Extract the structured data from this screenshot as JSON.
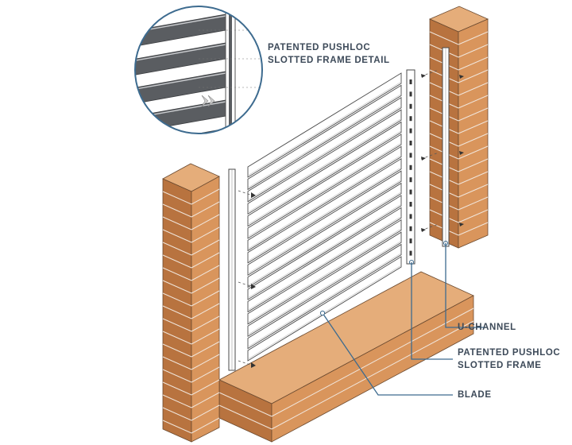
{
  "labels": {
    "detail_line1": "PATENTED PUSHLOC",
    "detail_line2": "SLOTTED FRAME DETAIL",
    "u_channel": "U-CHANNEL",
    "frame_line1": "PATENTED PUSHLOC",
    "frame_line2": "SLOTTED FRAME",
    "blade": "BLADE"
  },
  "colors": {
    "brick": "#d9955c",
    "brick_top": "#e5ad7a",
    "brick_side": "#b8733f",
    "mortar": "#c7c7c7",
    "slat": "#ffffff",
    "outline": "#4a4a4a",
    "leader": "#3d6b8f",
    "label_text": "#3d4a59",
    "detail_slat": "#5a5d61"
  }
}
